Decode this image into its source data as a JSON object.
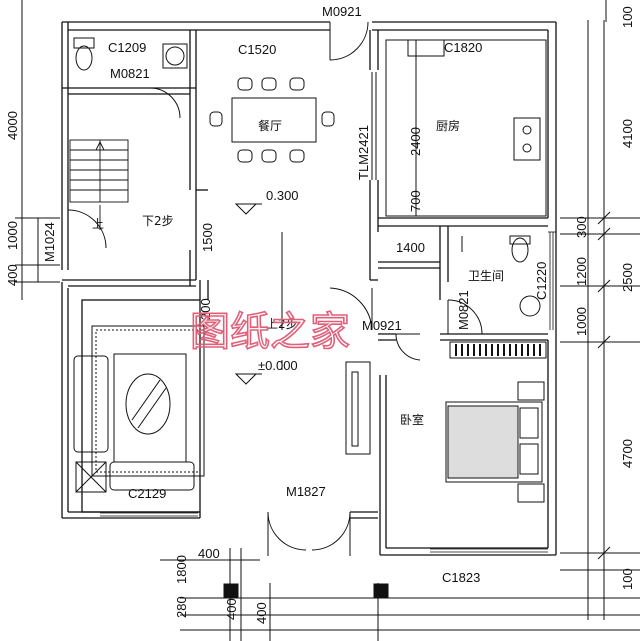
{
  "watermark": "图纸之家",
  "labels": {
    "top_door": "M0921",
    "c1209": "C1209",
    "m0821": "M0821",
    "c1520": "C1520",
    "c1820": "C1820",
    "dining": "餐厅",
    "tlm2421": "TLM2421",
    "kitchen": "厨房",
    "dim2400": "2400",
    "dim700": "700",
    "level_030": "0.300",
    "down2": "下2步",
    "up_left": "上",
    "dim1500": "1500",
    "dim1400": "1400",
    "bath": "卫生间",
    "c1220": "C1220",
    "m0821b": "M0821",
    "m0921b": "M0921",
    "up2": "上2步",
    "level_000": "±0.000",
    "bedroom": "卧室",
    "c2129": "C2129",
    "m1827": "M1827",
    "c1823": "C1823",
    "m1024": "M1024",
    "dim200": "200",
    "bot_1800": "1800",
    "bot_400a": "400",
    "bot_280": "280",
    "bot_400b": "400",
    "bot_400c": "400"
  },
  "left_dims": {
    "d4000": "4000",
    "d1000": "1000",
    "d400": "400"
  },
  "right_dims": {
    "d4100": "4100",
    "d300": "300",
    "d1200": "1200",
    "d2500": "2500",
    "d1000": "1000",
    "d4700": "4700",
    "d100a": "100",
    "d100b": "100"
  }
}
